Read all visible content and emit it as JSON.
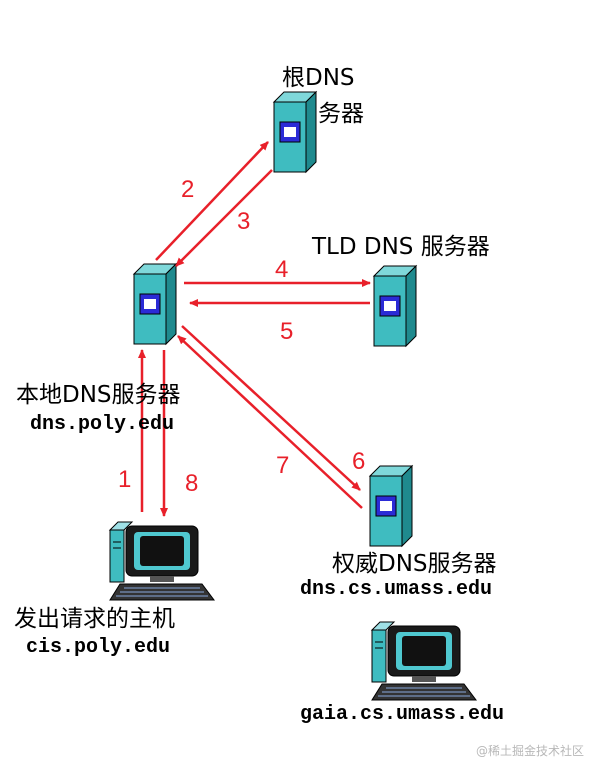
{
  "servers": {
    "root": {
      "line1": "根DNS",
      "line2": "务器"
    },
    "tld": {
      "label": "TLD DNS 服务器"
    },
    "local": {
      "label": "本地DNS服务器",
      "host": "dns.poly.edu"
    },
    "auth": {
      "label": "权威DNS服务器",
      "host": "dns.cs.umass.edu"
    }
  },
  "hosts": {
    "requester": {
      "label": "发出请求的主机",
      "host": "cis.poly.edu"
    },
    "gaia": {
      "host": "gaia.cs.umass.edu"
    }
  },
  "steps": [
    "1",
    "2",
    "3",
    "4",
    "5",
    "6",
    "7",
    "8"
  ],
  "watermark": "@稀土掘金技术社区",
  "colors": {
    "arrow": "#e8202a",
    "server_front": "#3fbcc0",
    "server_side": "#1f8a8e",
    "screen": "#2b2bd6"
  }
}
